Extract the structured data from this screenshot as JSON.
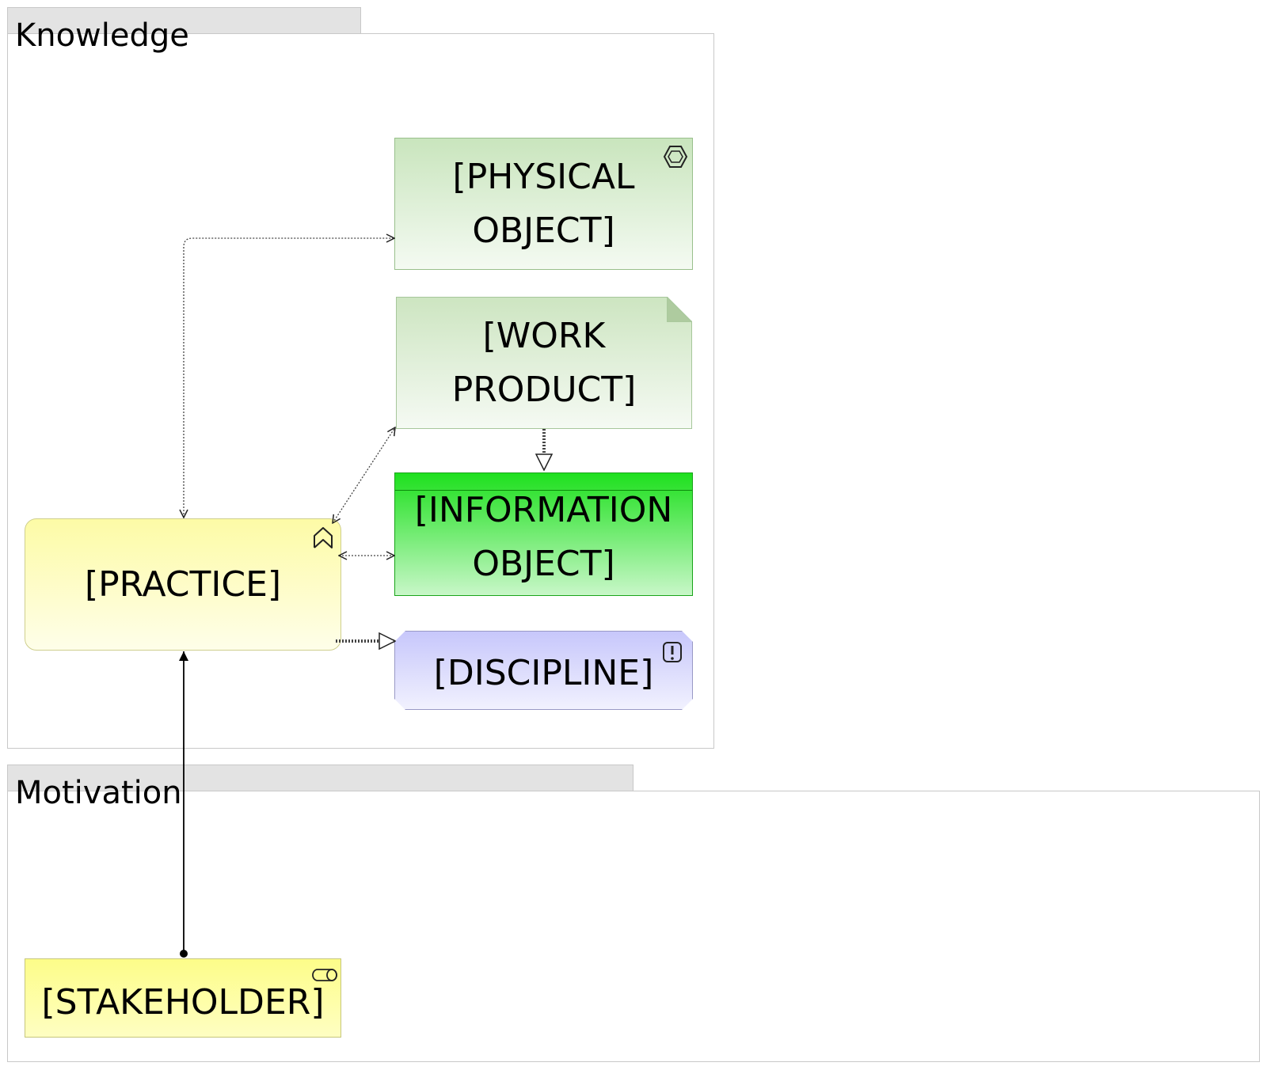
{
  "groups": {
    "knowledge": {
      "label": "Knowledge"
    },
    "motivation": {
      "label": "Motivation"
    }
  },
  "nodes": {
    "physical_object": {
      "label": "[PHYSICAL\nOBJECT]",
      "icon": "physical-object-icon",
      "color": "#c9e5bd"
    },
    "work_product": {
      "label": "[WORK\nPRODUCT]",
      "icon": "folded-corner",
      "color": "#cde5c1"
    },
    "information_object": {
      "label": "[INFORMATION\nOBJECT]",
      "color": "#1ee01e"
    },
    "practice": {
      "label": "[PRACTICE]",
      "icon": "chevron-up-icon",
      "color": "#fdfba6"
    },
    "discipline": {
      "label": "[DISCIPLINE]",
      "icon": "exclamation-icon",
      "color": "#c7c7fb"
    },
    "stakeholder": {
      "label": "[STAKEHOLDER]",
      "icon": "cylinder-icon",
      "color": "#fdfd89"
    }
  },
  "relations": [
    {
      "from": "practice",
      "to": "physical_object",
      "type": "association-bidirectional"
    },
    {
      "from": "practice",
      "to": "work_product",
      "type": "association-bidirectional"
    },
    {
      "from": "practice",
      "to": "information_object",
      "type": "association-bidirectional"
    },
    {
      "from": "work_product",
      "to": "information_object",
      "type": "realization"
    },
    {
      "from": "practice",
      "to": "discipline",
      "type": "realization"
    },
    {
      "from": "stakeholder",
      "to": "practice",
      "type": "assignment"
    }
  ]
}
